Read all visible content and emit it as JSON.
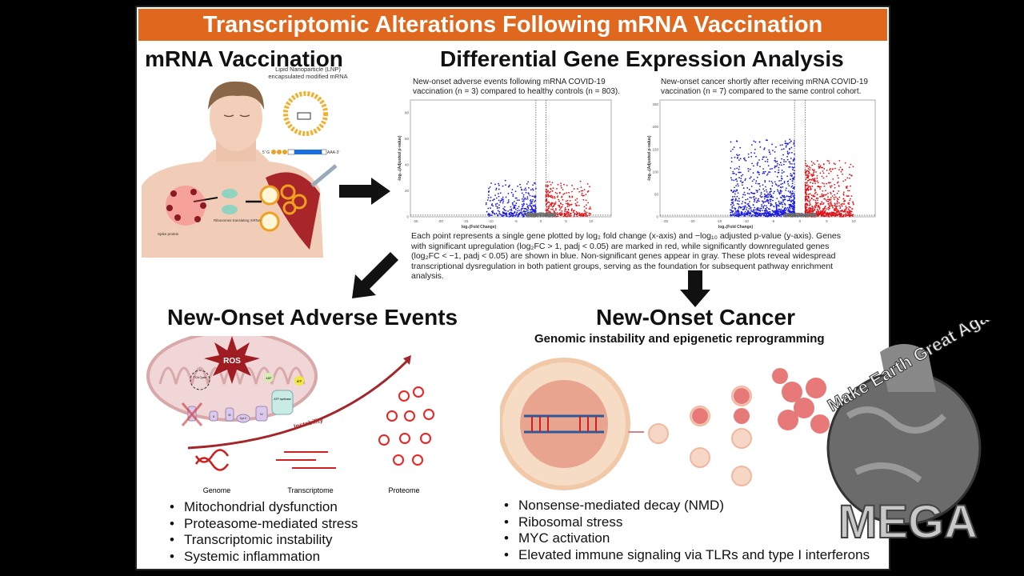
{
  "title": "Transcriptomic Alterations Following mRNA Vaccination",
  "vaccination": {
    "heading": "mRNA Vaccination",
    "lnp_label": "Lipid Nanoparticle (LNP) encapsulated modified mRNA",
    "five_prime": "5' G",
    "three_prime": "AAA-3'",
    "spike_label": "Spike protein",
    "ribosome_label": "Ribosomes translating mRNA"
  },
  "dge": {
    "heading": "Differential Gene Expression Analysis",
    "plots": [
      {
        "caption": "New-onset adverse events following mRNA COVID-19 vaccination (n = 3) compared to healthy controls (n = 803).",
        "xlabel": "log₂(Fold Change)",
        "ylabel": "-log₁₀(Adjusted p-value)",
        "xticks": [
          "-25",
          "-20",
          "-15",
          "-10",
          "-5",
          "0",
          "5",
          "10"
        ],
        "yticks": [
          "0",
          "20",
          "40",
          "60",
          "80"
        ],
        "ymax": 90
      },
      {
        "caption": "New-onset cancer shortly after receiving mRNA COVID-19 vaccination (n = 7) compared to the same control cohort.",
        "xlabel": "log₂(Fold Change)",
        "ylabel": "-log₁₀(Adjusted p-value)",
        "xticks": [
          "-25",
          "-20",
          "-15",
          "-10",
          "-5",
          "0",
          "5",
          "10"
        ],
        "yticks": [
          "0",
          "50",
          "100",
          "150",
          "200",
          "250"
        ],
        "ymax": 260
      }
    ],
    "description": "Each point represents a single gene plotted by log₂ fold change (x-axis) and −log₁₀ adjusted p-value (y-axis). Genes with significant upregulation (log₂FC > 1, padj < 0.05) are marked in red, while significantly downregulated genes (log₂FC < −1, padj < 0.05) are shown in blue. Non-significant genes appear in gray. These plots reveal widespread transcriptional dysregulation in both patient groups, serving as the foundation for subsequent pathway enrichment analysis.",
    "colors": {
      "up": "#e8141a",
      "down": "#1a1ae8",
      "ns": "#777777"
    }
  },
  "adverse": {
    "heading": "New-Onset Adverse Events",
    "ros": "ROS",
    "tca": "TCA Cycle",
    "adp": "ADP",
    "atp": "ATP",
    "atp_synthase": "ATP synthase",
    "complexes": [
      "I",
      "II",
      "III",
      "Cyt C",
      "IV"
    ],
    "instability": "Instability",
    "genome": "Genome",
    "transcriptome": "Transcriptome",
    "proteome": "Proteome",
    "bullets": [
      "Mitochondrial dysfunction",
      "Proteasome-mediated stress",
      "Transcriptomic instability",
      "Systemic inflammation"
    ]
  },
  "cancer": {
    "heading": "New-Onset Cancer",
    "subtitle": "Genomic instability and epigenetic reprogramming",
    "bullets": [
      "Nonsense-mediated decay (NMD)",
      "Ribosomal stress",
      "MYC activation",
      "Elevated immune signaling via TLRs and type I interferons"
    ]
  },
  "watermark": {
    "arc_text": "Make Earth Great Again",
    "logo": "MEGA"
  }
}
